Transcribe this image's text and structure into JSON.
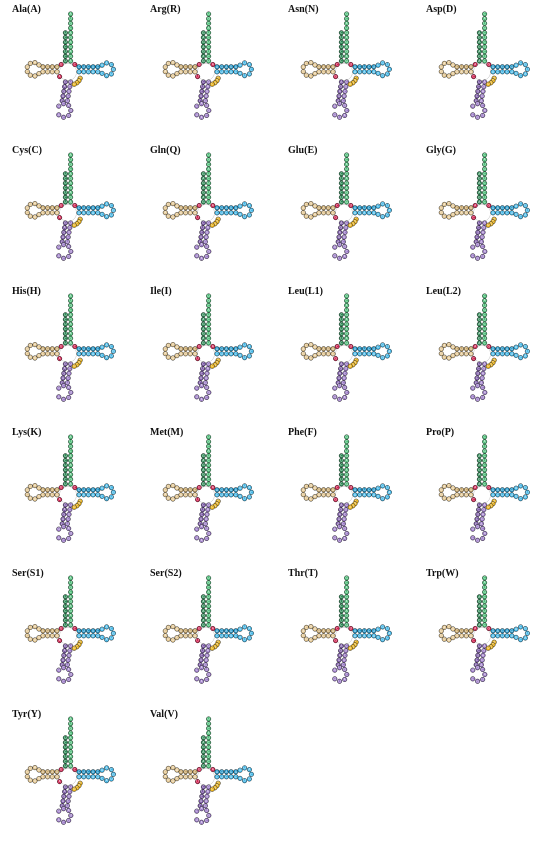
{
  "colors": {
    "acceptor": "#2e8b57",
    "acceptor_light": "#4fbf7a",
    "tpsi": "#2196c9",
    "tpsi_light": "#45b8e8",
    "anticodon": "#7b5aa6",
    "anticodon_light": "#9b7bc7",
    "dhu": "#c9a86b",
    "dhu_light": "#e3c690",
    "variable": "#e8b21e",
    "junction": "#d0214f"
  },
  "panels": [
    {
      "label": "Ala(A)"
    },
    {
      "label": "Arg(R)"
    },
    {
      "label": "Asn(N)"
    },
    {
      "label": "Asp(D)"
    },
    {
      "label": "Cys(C)"
    },
    {
      "label": "Gln(Q)"
    },
    {
      "label": "Glu(E)"
    },
    {
      "label": "Gly(G)"
    },
    {
      "label": "His(H)"
    },
    {
      "label": "Ile(I)"
    },
    {
      "label": "Leu(L1)"
    },
    {
      "label": "Leu(L2)"
    },
    {
      "label": "Lys(K)"
    },
    {
      "label": "Met(M)"
    },
    {
      "label": "Phe(F)"
    },
    {
      "label": "Pro(P)"
    },
    {
      "label": "Ser(S1)"
    },
    {
      "label": "Ser(S2)"
    },
    {
      "label": "Thr(T)"
    },
    {
      "label": "Trp(W)"
    },
    {
      "label": "Tyr(Y)"
    },
    {
      "label": "Val(V)"
    }
  ]
}
